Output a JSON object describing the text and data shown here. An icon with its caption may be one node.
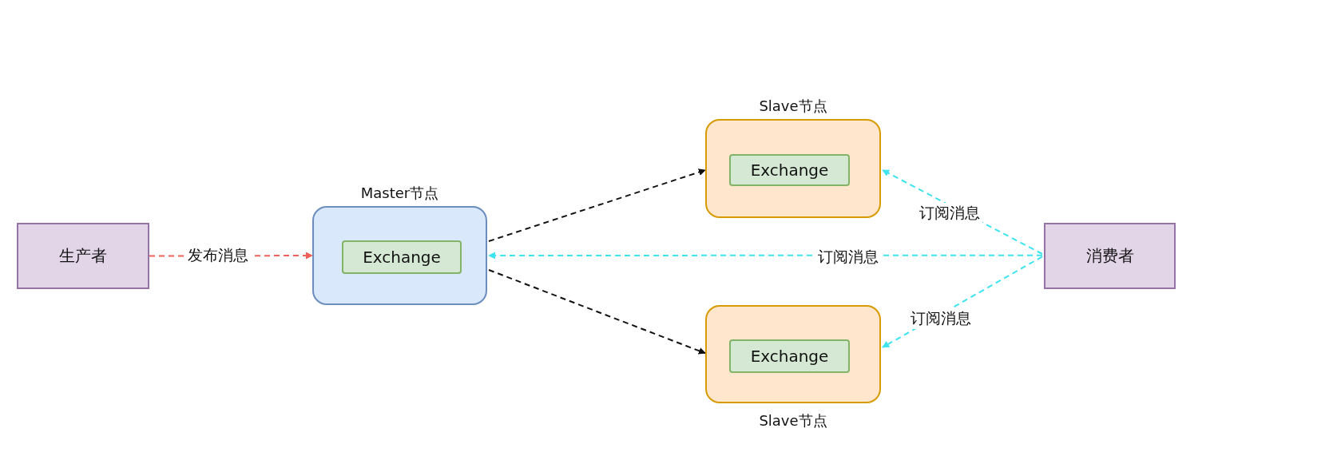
{
  "diagram": {
    "nodes": [
      {
        "text": [
          "生产者"
        ]
      },
      {
        "text": [
          "Master节点"
        ]
      },
      {
        "text": [
          "Exchange"
        ],
        "in": 1
      },
      {
        "text": [
          "Slave节点"
        ]
      },
      {
        "text": [
          "Exchange"
        ],
        "in": 3
      },
      {
        "text": [
          "Slave节点"
        ]
      },
      {
        "text": [
          "Exchange"
        ],
        "in": 5
      },
      {
        "text": [
          "消费者"
        ]
      }
    ],
    "edges": [
      {
        "from": 0,
        "to": 1,
        "arrow": "to",
        "label": "发布消息",
        "style": "dashed",
        "color": "#f0605a"
      },
      {
        "from": 1,
        "to": 3,
        "arrow": "to",
        "style": "dashed",
        "color": "#111111"
      },
      {
        "from": 1,
        "to": 5,
        "arrow": "to",
        "style": "dashed",
        "color": "#111111"
      },
      {
        "from": 7,
        "to": 1,
        "arrow": "to",
        "label": "订阅消息",
        "style": "dashed"
      },
      {
        "from": 7,
        "to": 3,
        "arrow": "to",
        "label": "订阅消息",
        "style": "dashed"
      },
      {
        "from": 7,
        "to": 5,
        "arrow": "to",
        "label": "订阅消息",
        "style": "dashed"
      }
    ]
  }
}
